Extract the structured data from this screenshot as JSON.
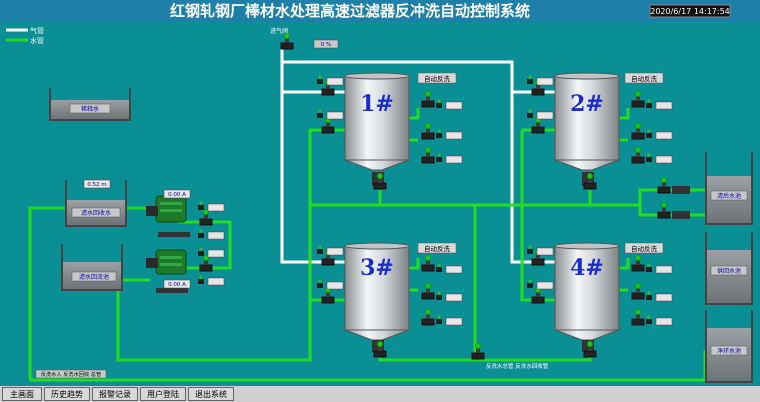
{
  "header": {
    "title": "红钢轧钢厂棒材水处理高速过滤器反冲洗自动控制系统",
    "datetime": "2020/6/17 14:17:54"
  },
  "legend": [
    {
      "label": "气管",
      "color": "#ffffff"
    },
    {
      "label": "水管",
      "color": "#22dd22"
    }
  ],
  "tanks_left": [
    {
      "label": "稀释水"
    },
    {
      "label": "滤水回收水",
      "value": "0.52 m"
    },
    {
      "label": "滤水回流池"
    }
  ],
  "tanks_right": [
    {
      "label": "滤后水池"
    },
    {
      "label": "供回水池"
    },
    {
      "label": "净环水池"
    }
  ],
  "pump_readouts": [
    "0.00 A",
    "0.00 A"
  ],
  "top_valve": {
    "label": "进气阀",
    "readout": "0 %"
  },
  "filters": [
    {
      "id": "1#",
      "mode": "自动反洗"
    },
    {
      "id": "2#",
      "mode": "自动反洗"
    },
    {
      "id": "3#",
      "mode": "自动反洗"
    },
    {
      "id": "4#",
      "mode": "自动反洗"
    }
  ],
  "bottom_notes": {
    "left": "反洗水入 反洗水回收 总管",
    "right": "反洗水总管 反洗水回收管"
  },
  "nav": [
    {
      "label": "主画面"
    },
    {
      "label": "历史趋势"
    },
    {
      "label": "报警记录"
    },
    {
      "label": "用户登陆"
    },
    {
      "label": "退出系统"
    }
  ],
  "colors": {
    "background": "#0a8f95",
    "water_pipe": "#22dd22",
    "air_pipe": "#ffffff",
    "title_text": "#ffffff",
    "header_bar": "#1e7fa8"
  }
}
